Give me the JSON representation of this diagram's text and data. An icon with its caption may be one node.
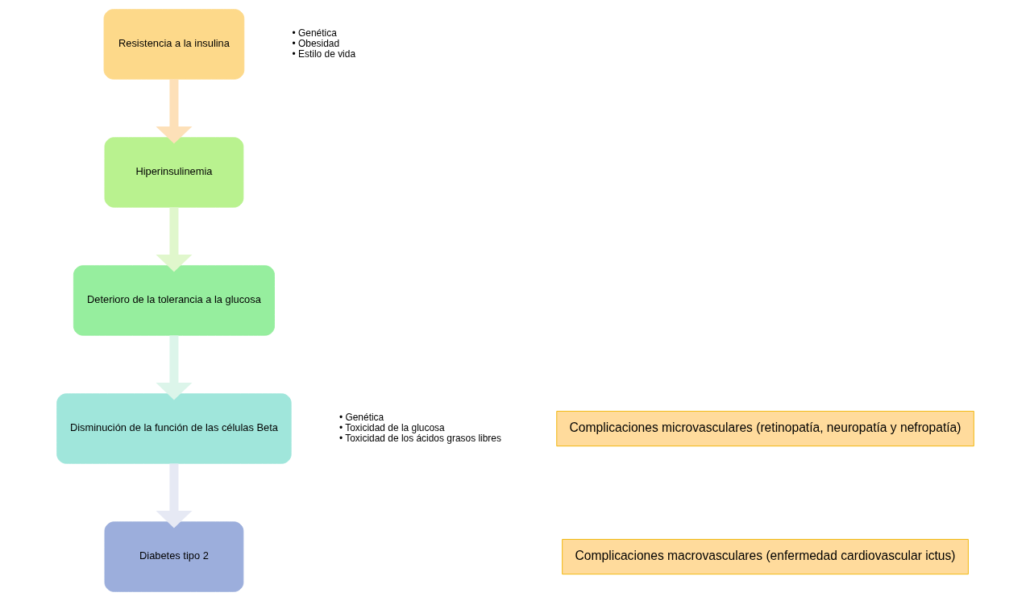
{
  "diagram": {
    "nodes": [
      {
        "text": [
          "Resistencia a la insulina"
        ],
        "beside": [
          "• Genética",
          "• Obesidad",
          "• Estilo de vida"
        ]
      },
      {
        "text": [
          "Hiperinsulinemia"
        ]
      },
      {
        "text": [
          "Deterioro de la tolerancia a la glucosa"
        ]
      },
      {
        "text": [
          "Disminución de la función de las células Beta"
        ],
        "beside": [
          "• Genética",
          "• Toxicidad de la glucosa",
          "• Toxicidad de los ácidos grasos libres"
        ]
      },
      {
        "text": [
          "Diabetes tipo 2"
        ]
      },
      {
        "text": [
          "Complicaciones microvasculares (retinopatía, neuropatía y nefropatía)"
        ]
      },
      {
        "text": [
          "Complicaciones macrovasculares (enfermedad cardiovascular ictus)"
        ]
      }
    ],
    "edges": [
      {
        "from": 0,
        "to": 1,
        "arrow": "to",
        "color": "#fde0b8"
      },
      {
        "from": 1,
        "to": 2,
        "arrow": "to",
        "color": "#e0f7cc"
      },
      {
        "from": 2,
        "to": 3,
        "arrow": "to",
        "color": "#dcf5ea"
      },
      {
        "from": 3,
        "to": 4,
        "arrow": "to",
        "color": "#e6e9f4"
      }
    ]
  }
}
